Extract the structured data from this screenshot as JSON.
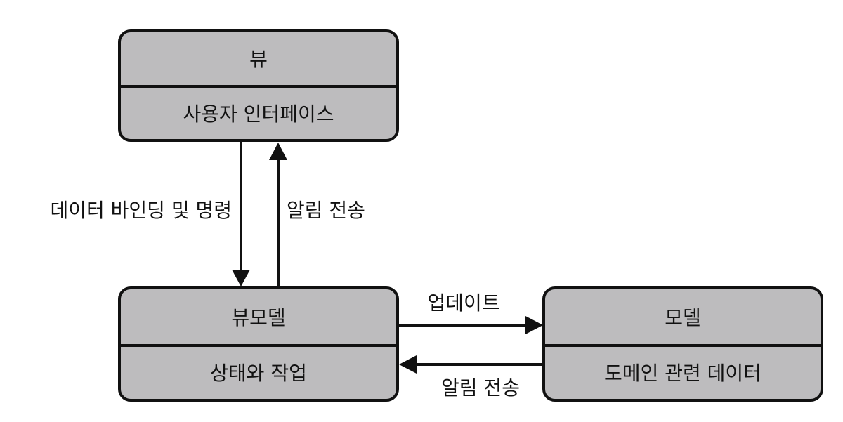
{
  "nodes": {
    "view": {
      "title": "뷰",
      "subtitle": "사용자 인터페이스"
    },
    "viewmodel": {
      "title": "뷰모델",
      "subtitle": "상태와 작업"
    },
    "model": {
      "title": "모델",
      "subtitle": "도메인 관련 데이터"
    }
  },
  "edges": {
    "view_to_viewmodel": "데이터 바인딩 및 명령",
    "viewmodel_to_view": "알림 전송",
    "viewmodel_to_model": "업데이트",
    "model_to_viewmodel": "알림 전송"
  },
  "colors": {
    "box_fill": "#bdbcbe",
    "stroke": "#111111",
    "background": "#ffffff"
  }
}
